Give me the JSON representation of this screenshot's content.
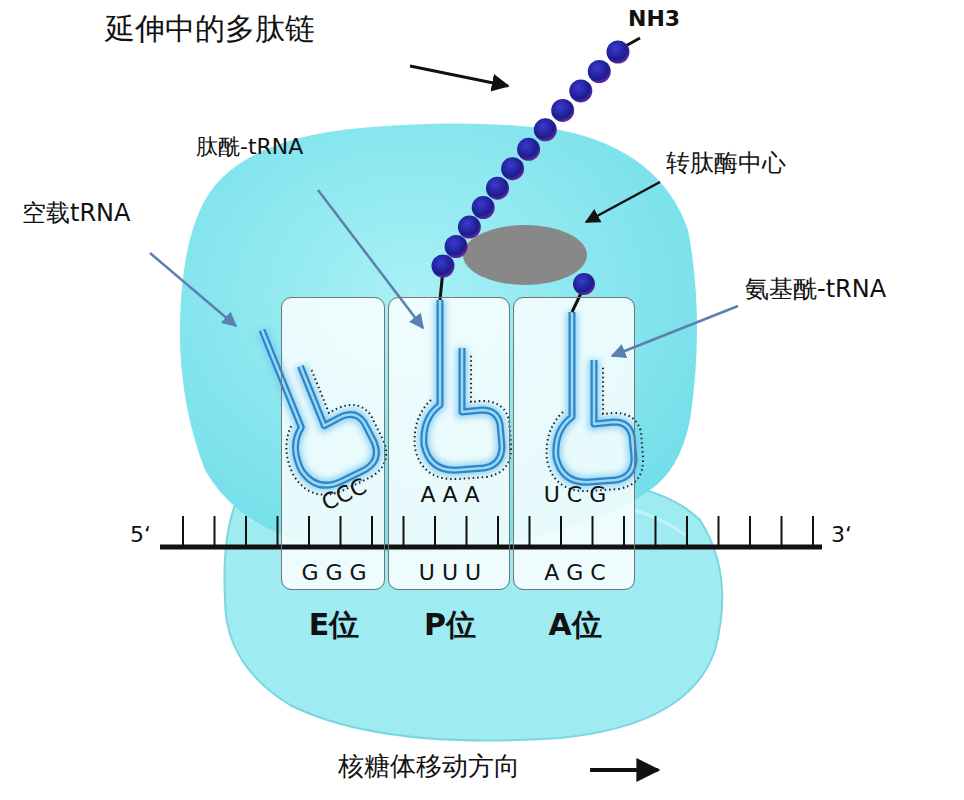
{
  "diagram": {
    "nodes": [
      {
        "text": [
          "CCC",
          "G G G",
          "E位"
        ]
      },
      {
        "text": [
          "A A A",
          "U U U",
          "P位"
        ]
      },
      {
        "text": [
          "U C G",
          "A G C",
          "A位"
        ]
      }
    ],
    "labels": [
      "延伸中的多肽链",
      "NH3",
      "肽酰-tRNA",
      "空载tRNA",
      "转肽酶中心",
      "氨基酰-tRNA",
      "5‘",
      "3‘",
      "核糖体移动方向"
    ]
  }
}
